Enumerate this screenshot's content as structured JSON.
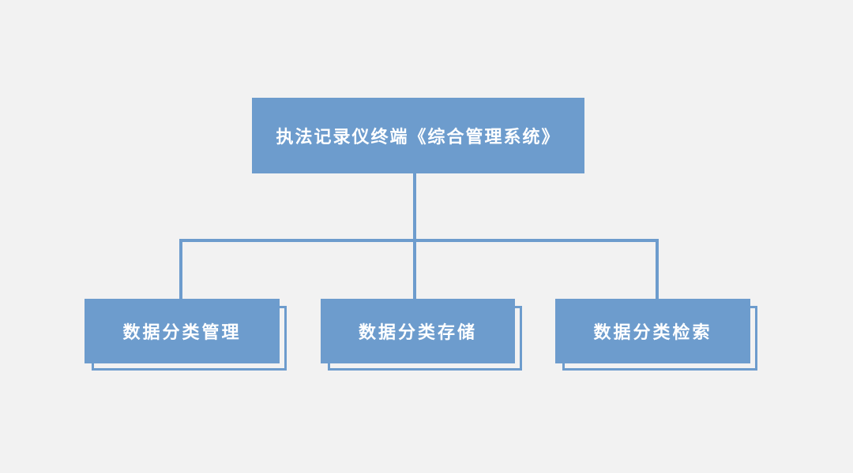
{
  "diagram": {
    "type": "hierarchy",
    "root": {
      "label": "执法记录仪终端《综合管理系统》"
    },
    "children": [
      {
        "label": "数据分类管理"
      },
      {
        "label": "数据分类存储"
      },
      {
        "label": "数据分类检索"
      }
    ],
    "colors": {
      "node_fill": "#6d9ccd",
      "connector": "#6d9ccd",
      "outline_border": "#6d9ccd",
      "node_text": "#ffffff",
      "background": "#f2f2f2"
    }
  }
}
